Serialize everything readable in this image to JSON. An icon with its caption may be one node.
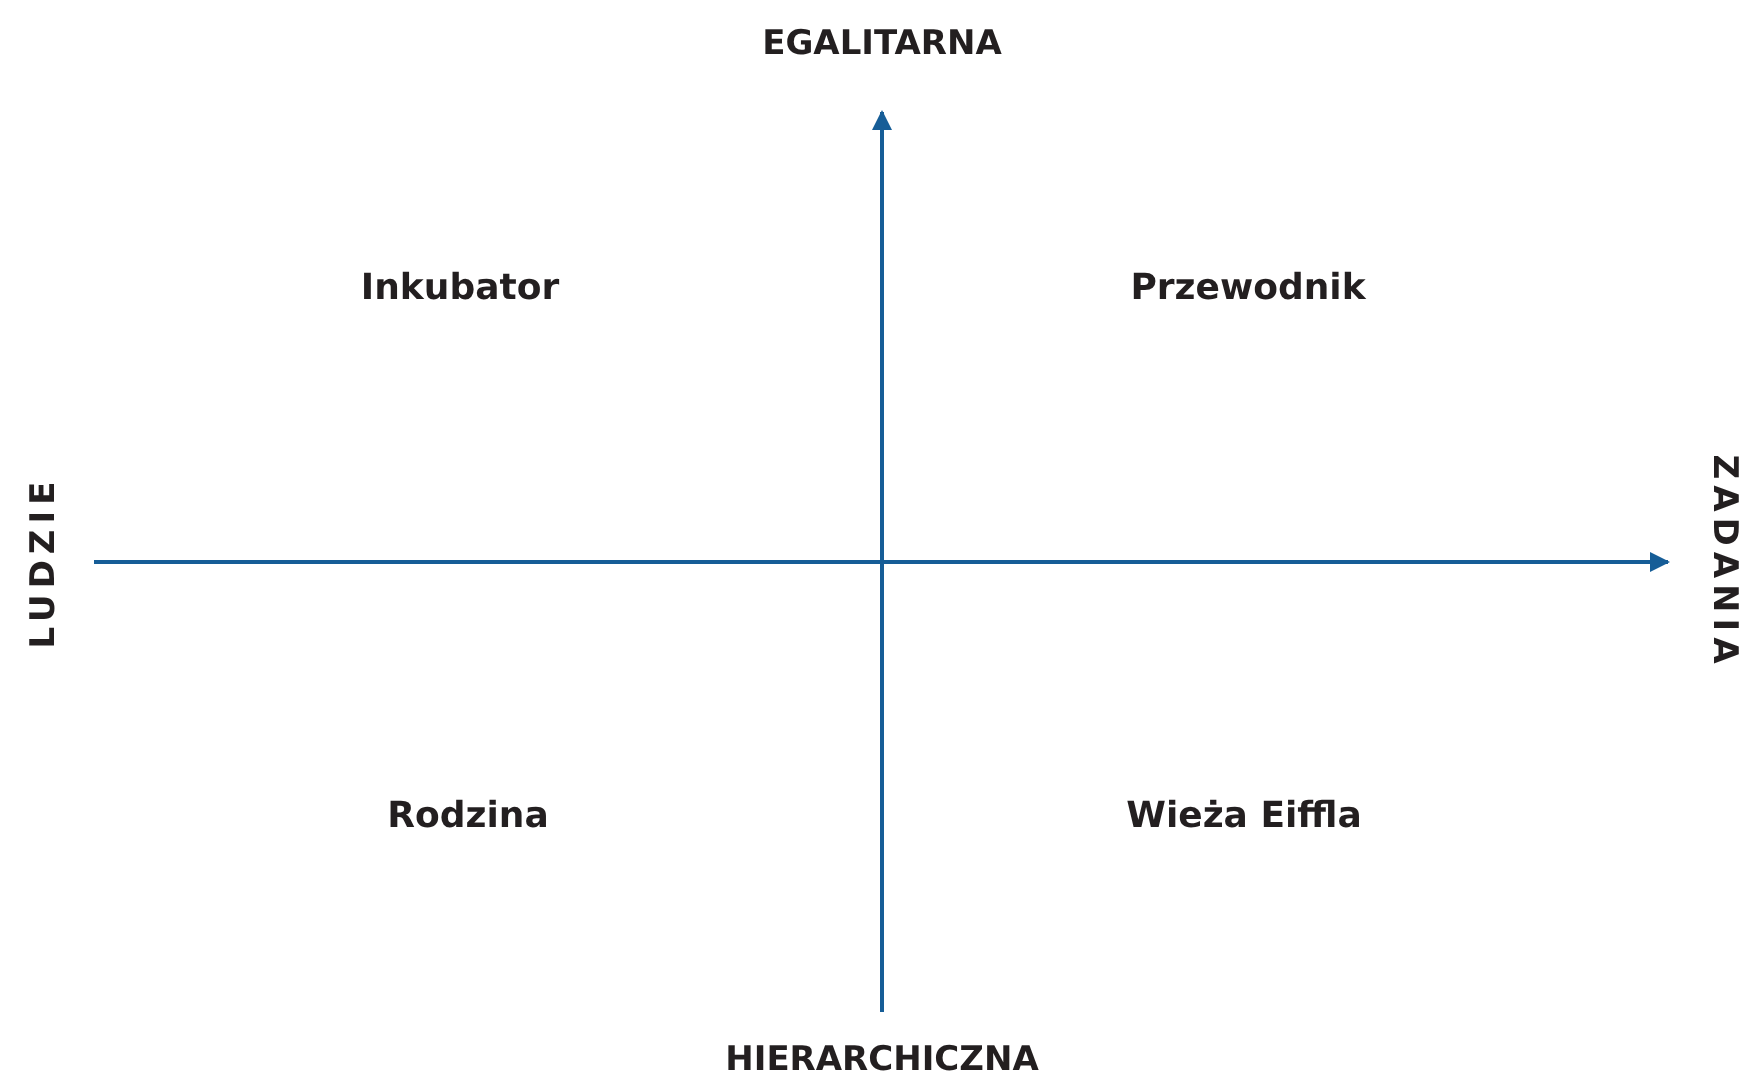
{
  "diagram": {
    "labels": [
      "EGALITARNA",
      "Inkubator",
      "Przewodnik",
      "LUDZIE",
      "ZADANIA",
      "Rodzina",
      "Wieża Eiffla",
      "HIERARCHICZNA"
    ]
  }
}
